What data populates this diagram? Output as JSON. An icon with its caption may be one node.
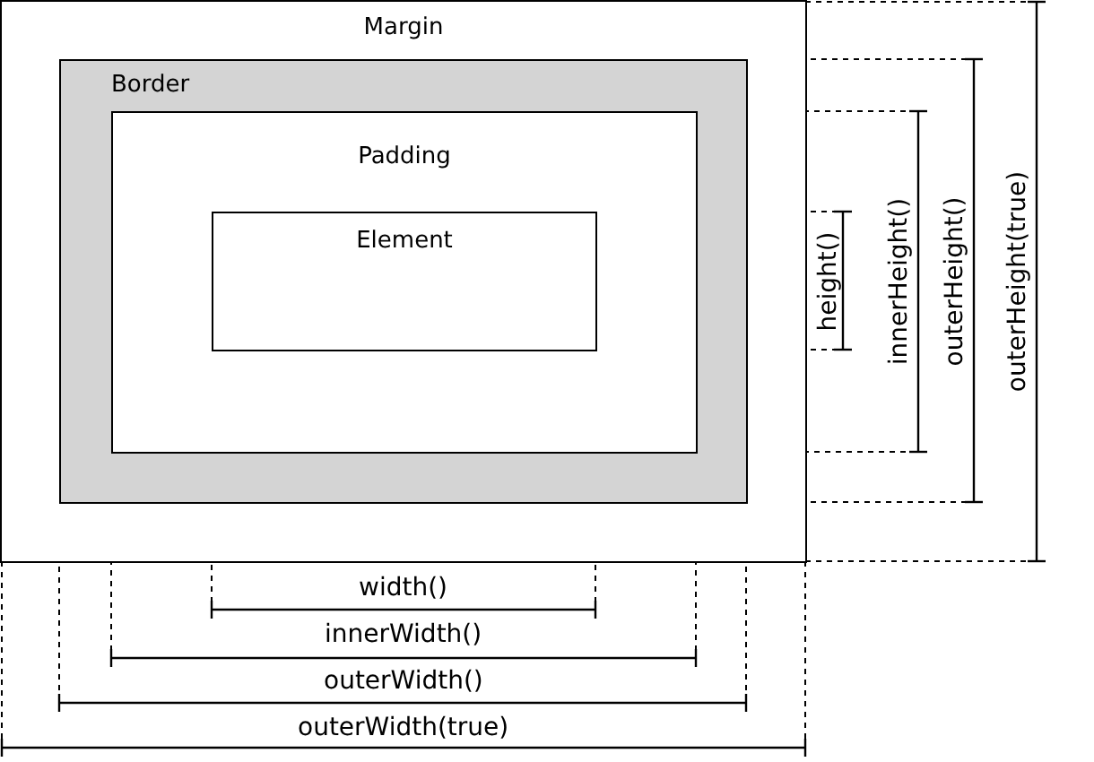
{
  "diagram": {
    "nodes": [
      {
        "text": [
          "Margin"
        ]
      },
      {
        "text": [
          "Border"
        ],
        "in": 0
      },
      {
        "text": [
          "Padding"
        ],
        "in": 1
      },
      {
        "text": [
          "Element"
        ],
        "in": 2
      }
    ],
    "edges": [],
    "labels": [
      "width()",
      "innerWidth()",
      "outerWidth()",
      "outerWidth(true)",
      "height()",
      "innerHeight()",
      "outerHeight()",
      "outerHeight(true)"
    ]
  }
}
